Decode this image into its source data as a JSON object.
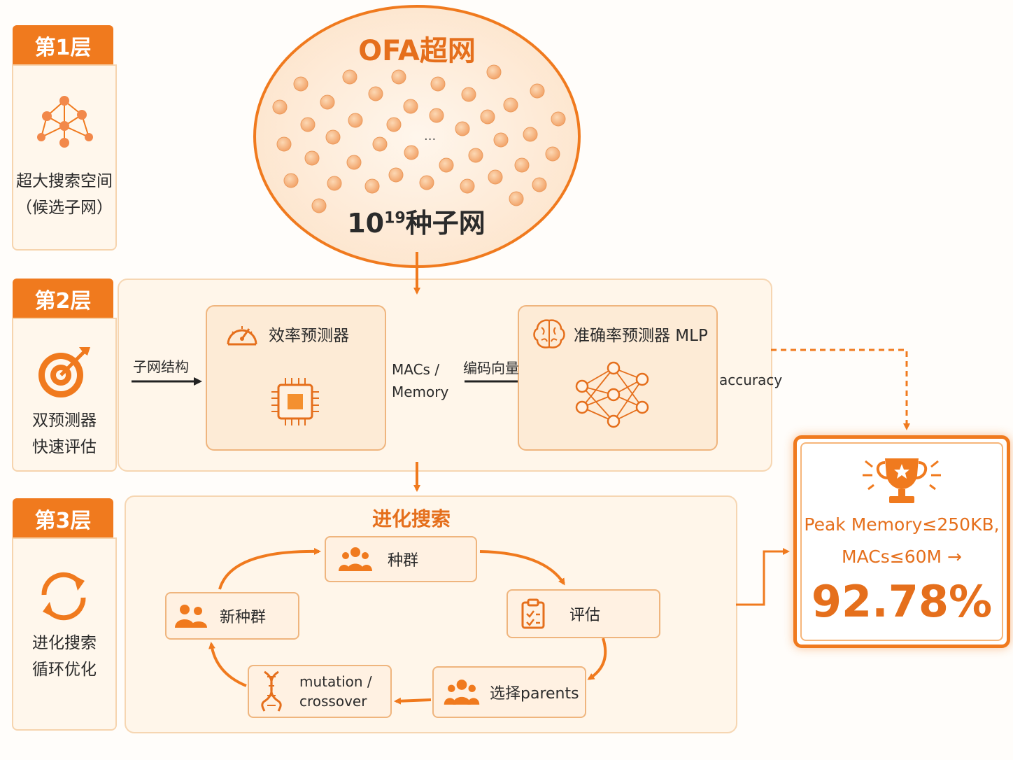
{
  "layers": [
    {
      "tag": "第1层",
      "desc_line1": "超大搜索空间",
      "desc_line2": "（候选子网）"
    },
    {
      "tag": "第2层",
      "desc_line1": "双预测器",
      "desc_line2": "快速评估"
    },
    {
      "tag": "第3层",
      "desc_line1": "进化搜索",
      "desc_line2": "循环优化"
    }
  ],
  "supernet": {
    "title": "OFA超网",
    "count_base": "10",
    "count_exp": "19",
    "count_suffix": "种子网",
    "ellipsis": "..."
  },
  "predictors": {
    "input_label": "子网结构",
    "efficiency_title": "效率预测器",
    "efficiency_output_line1": "MACs /",
    "efficiency_output_line2": "Memory",
    "encoding_label": "编码向量",
    "accuracy_title": "准确率预测器 MLP",
    "accuracy_output": "accuracy"
  },
  "evolution": {
    "title": "进化搜索",
    "population": "种群",
    "evaluate": "评估",
    "select": "选择parents",
    "mutation_line1": "mutation /",
    "mutation_line2": "crossover",
    "new_population": "新种群"
  },
  "result": {
    "line1": "Peak Memory≤250KB,",
    "line2": "MACs≤60M →",
    "accuracy": "92.78%"
  },
  "colors": {
    "accent": "#f07a1e",
    "panel_bg": "#fff6ea",
    "box_bg": "#fdebd6",
    "border": "#efb57e"
  }
}
